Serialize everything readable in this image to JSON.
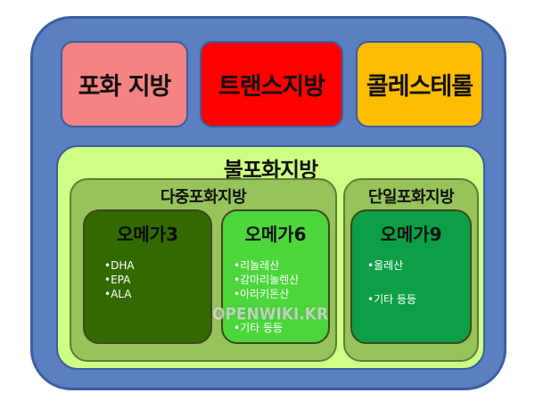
{
  "diagram": {
    "top_boxes": {
      "saturated": "포화 지방",
      "trans": "트랜스지방",
      "cholesterol": "콜레스테롤"
    },
    "unsaturated": {
      "title": "불포화지방",
      "polyunsaturated": {
        "title": "다중포화지방",
        "omega3": {
          "title": "오메가3",
          "items": [
            "•DHA",
            "•EPA",
            "•ALA"
          ]
        },
        "omega6": {
          "title": "오메가6",
          "items": [
            "•리놀레산",
            "•감마리놀렌산",
            "•아라키돈산",
            "•기타 등등"
          ]
        }
      },
      "monounsaturated": {
        "title": "단일포화지방",
        "omega9": {
          "title": "오메가9",
          "items": [
            "•올레산",
            "•기타 등등"
          ]
        }
      }
    },
    "colors": {
      "outer": "#5b7fc0",
      "saturated": "#f58383",
      "trans": "#ff0000",
      "cholesterol": "#ffbd00",
      "unsaturated": "#ceff84",
      "group": "#96c35a",
      "omega3": "#336a00",
      "omega6": "#4cd63c",
      "omega9": "#0c9f46"
    }
  },
  "watermark": "OPENWIKI.KR"
}
